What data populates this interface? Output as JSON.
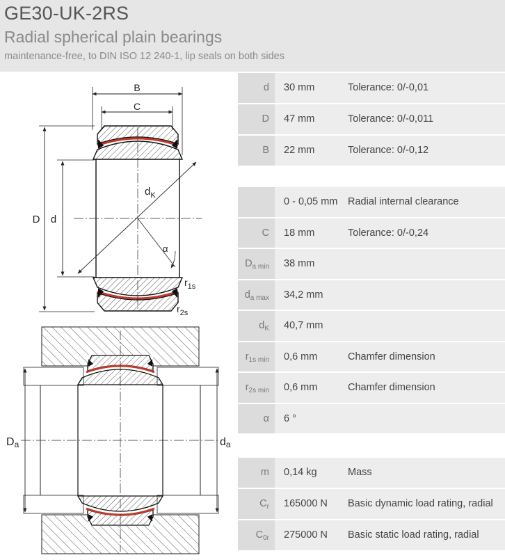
{
  "header": {
    "title": "GE30-UK-2RS",
    "subtitle": "Radial spherical plain bearings",
    "description": "maintenance-free, to DIN ISO 12 240-1, lip seals on both sides"
  },
  "drawing_labels": {
    "B": "B",
    "C": "C",
    "D": "D",
    "d": "d",
    "dK": "d",
    "dK_sub": "K",
    "alpha": "α",
    "r1s": "r",
    "r1s_sub": "1s",
    "r2s": "r",
    "r2s_sub": "2s",
    "Da": "D",
    "Da_sub": "a",
    "da": "d",
    "da_sub": "a"
  },
  "dimensions": [
    {
      "sym": "d",
      "sub": "",
      "value": "30  mm",
      "desc": "Tolerance: 0/-0,01"
    },
    {
      "sym": "D",
      "sub": "",
      "value": "47  mm",
      "desc": "Tolerance: 0/-0,011"
    },
    {
      "sym": "B",
      "sub": "",
      "value": "22  mm",
      "desc": "Tolerance: 0/-0,12"
    }
  ],
  "details": [
    {
      "sym": "",
      "sub": "",
      "value": "0 - 0,05  mm",
      "desc": "Radial internal clearance",
      "desc_left": true
    },
    {
      "sym": "C",
      "sub": "",
      "value": "18  mm",
      "desc": "Tolerance: 0/-0,24"
    },
    {
      "sym": "D",
      "sub": "a min",
      "value": "38  mm",
      "desc": ""
    },
    {
      "sym": "d",
      "sub": "a max",
      "value": "34,2  mm",
      "desc": ""
    },
    {
      "sym": "d",
      "sub": "K",
      "value": "40,7  mm",
      "desc": ""
    },
    {
      "sym": "r",
      "sub": "1s min",
      "value": "0,6  mm",
      "desc": "Chamfer dimension"
    },
    {
      "sym": "r",
      "sub": "2s min",
      "value": "0,6  mm",
      "desc": "Chamfer dimension"
    },
    {
      "sym": "α",
      "sub": "",
      "value": "6  °",
      "desc": ""
    }
  ],
  "loads": [
    {
      "sym": "m",
      "sub": "",
      "value": "0,14  kg",
      "desc": "Mass"
    },
    {
      "sym": "C",
      "sub": "r",
      "value": "165000  N",
      "desc": "Basic dynamic load rating, radial"
    },
    {
      "sym": "C",
      "sub": "0r",
      "value": "275000  N",
      "desc": "Basic static load rating, radial"
    }
  ],
  "colors": {
    "header_bg": "#e6e6e6",
    "row_bg": "#ededed",
    "symbol_bg": "#dcdcdc",
    "slide_layer": "#c0392b"
  }
}
